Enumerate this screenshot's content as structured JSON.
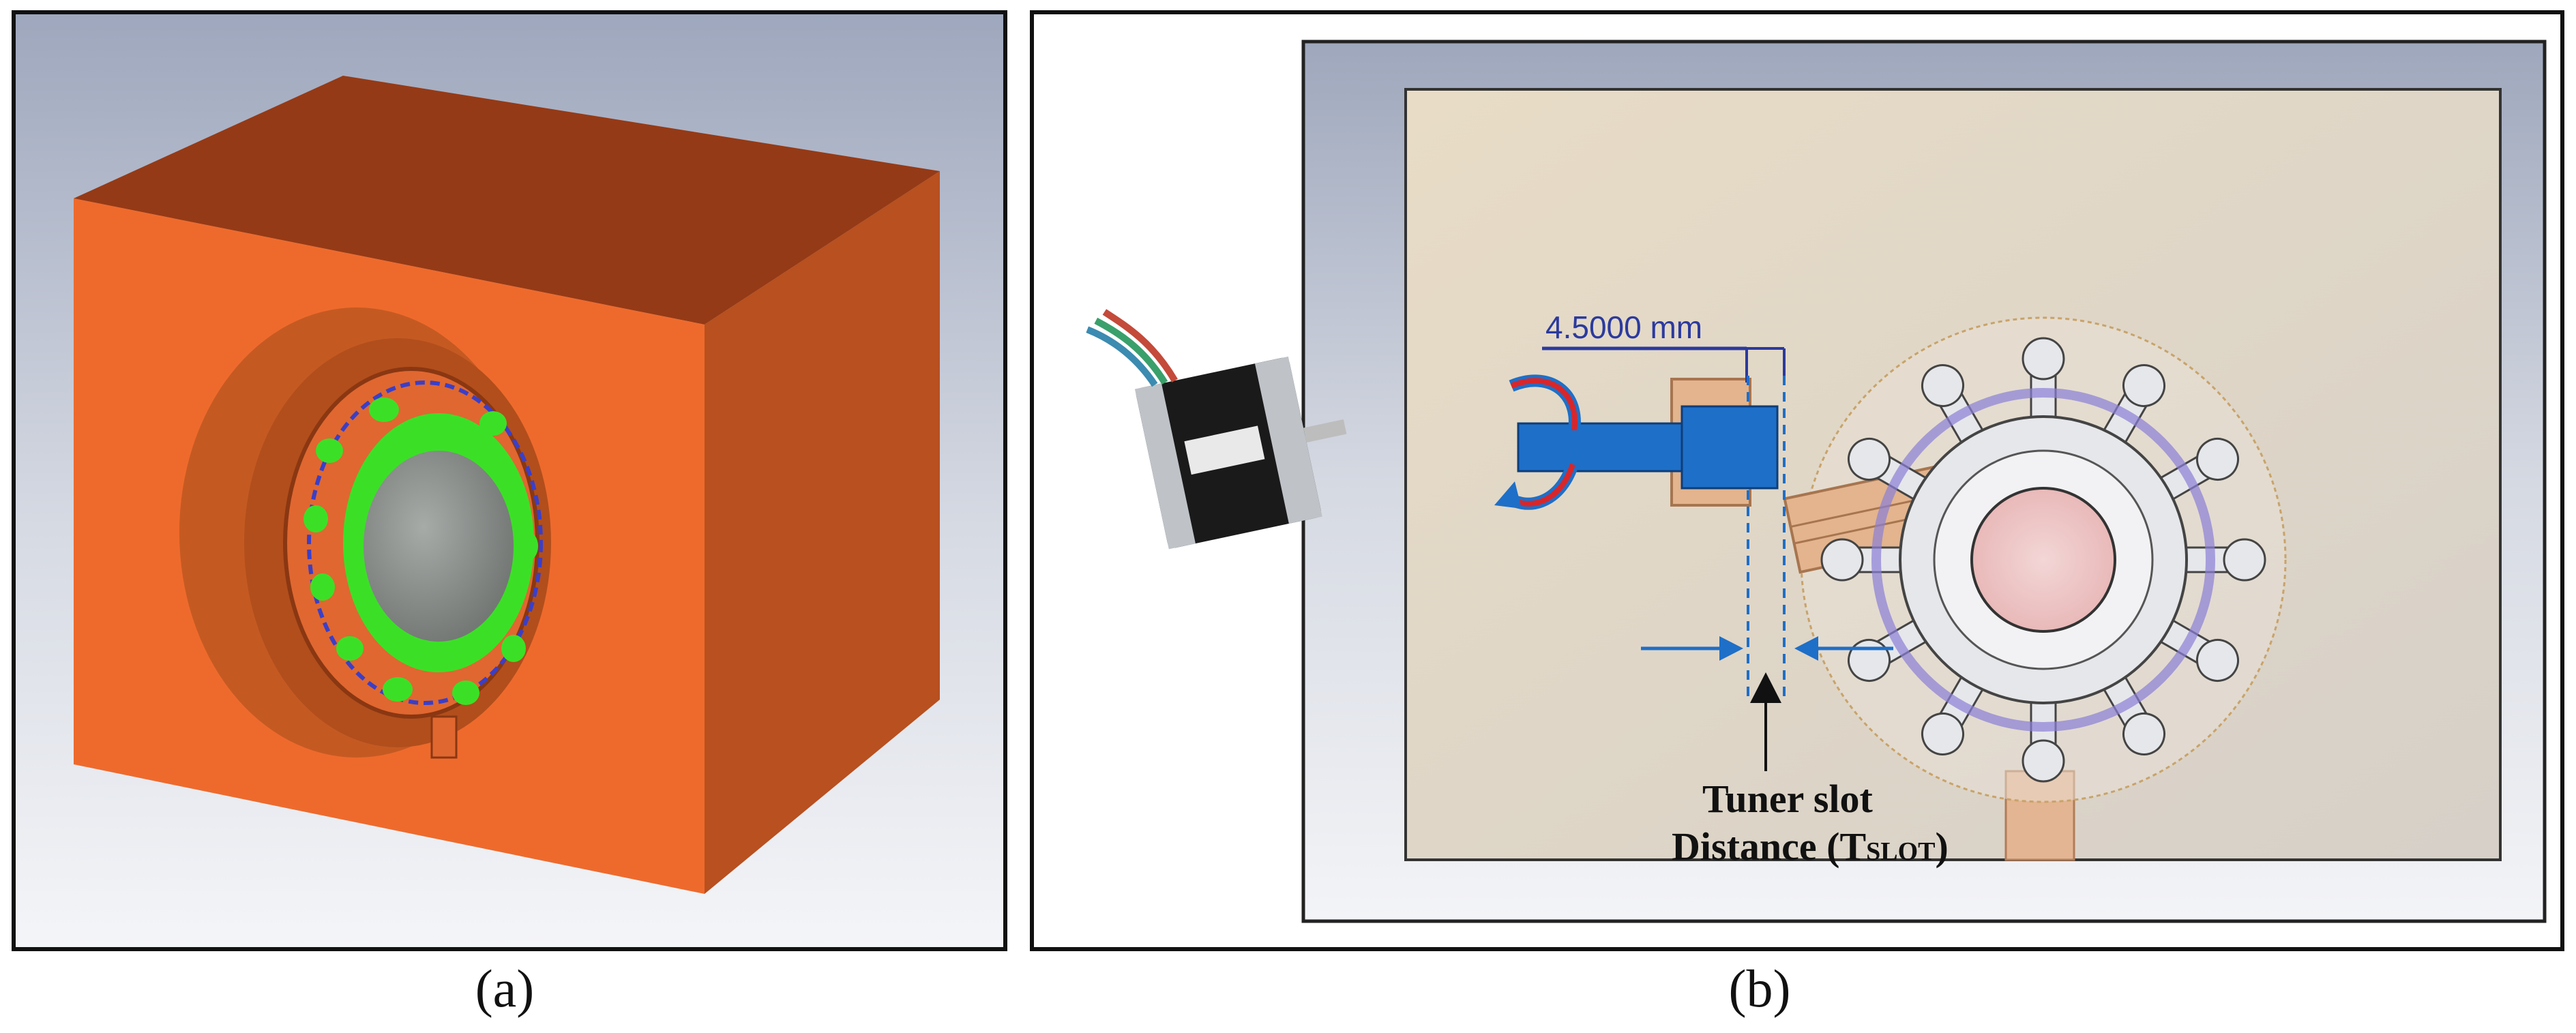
{
  "captions": {
    "a": "(a)",
    "b": "(b)"
  },
  "panel_b": {
    "dimension_label": "4.5000 mm",
    "tuner_label_line1": "Tuner slot",
    "tuner_label_line2": "Distance (T",
    "tuner_label_sub": "SLOT",
    "tuner_label_close": ")"
  },
  "colors": {
    "cavity_orange": "#EE6A2C",
    "ring_green": "#3BE026",
    "shaft_blue": "#1E6FC8",
    "arrow_red": "#D8262A",
    "dimension_blue": "#2B3A9E"
  }
}
